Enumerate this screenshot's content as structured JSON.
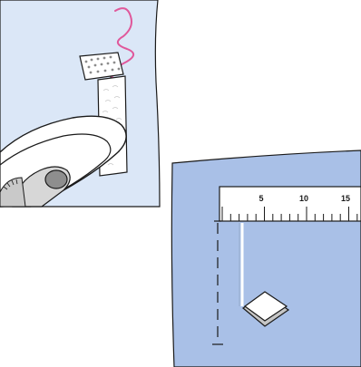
{
  "ruler": {
    "tick_labels": [
      "5",
      "10",
      "15"
    ]
  },
  "colors": {
    "panel_light_blue": "#dbe7f7",
    "panel_medium_blue": "#a9c0e7",
    "thread_pink": "#e0589b",
    "outline": "#1a1a1a"
  },
  "illustrations": {
    "top_left": [
      "fabric-panel",
      "interfacing-strip",
      "thread",
      "iron"
    ],
    "bottom_right": [
      "fabric-panel",
      "ruler",
      "dashed-guideline",
      "tailor-chalk"
    ]
  }
}
